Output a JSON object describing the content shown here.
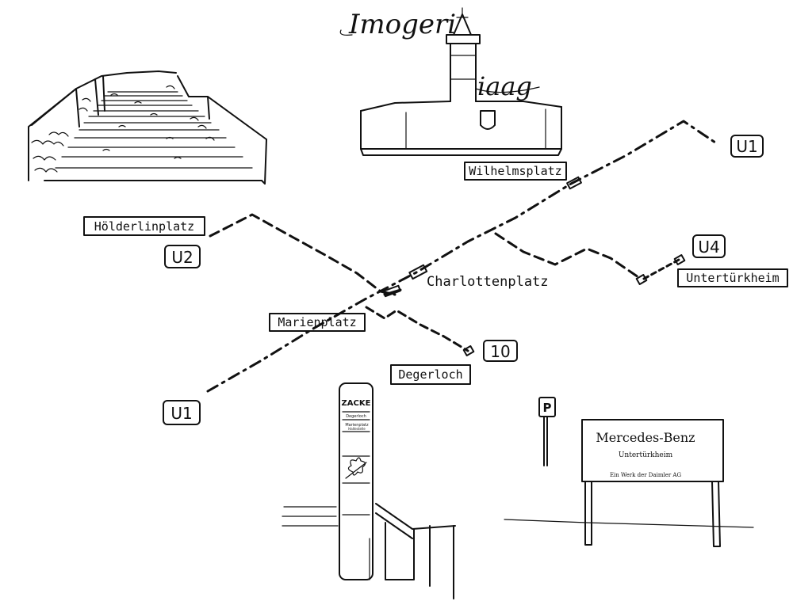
{
  "stations": {
    "wilhelmsplatz": "Wilhelmsplatz",
    "hoelderlinplatz": "Hölderlinplatz",
    "charlottenplatz": "Charlottenplatz",
    "marienplatz": "Marienplatz",
    "degerloch": "Degerloch",
    "untertuerkheim": "Untertürkheim"
  },
  "lines": {
    "u1_top": "U1",
    "u1_bottom": "U1",
    "u2": "U2",
    "u4": "U4",
    "line10": "10"
  },
  "landmarks": {
    "fountain_logo": "Imogeri",
    "fountain_logo_tail": "iaag",
    "rack_sign_title": "ZACKE",
    "rack_sign_line1": "Degerloch",
    "rack_sign_line2": "Marienplatz",
    "rack_sign_line3": "Haltestelle",
    "parking_letter": "P",
    "mercedes_title": "Mercedes-Benz",
    "mercedes_subtitle": "Untertürkheim",
    "mercedes_footer": "Ein Werk der Daimler AG"
  }
}
